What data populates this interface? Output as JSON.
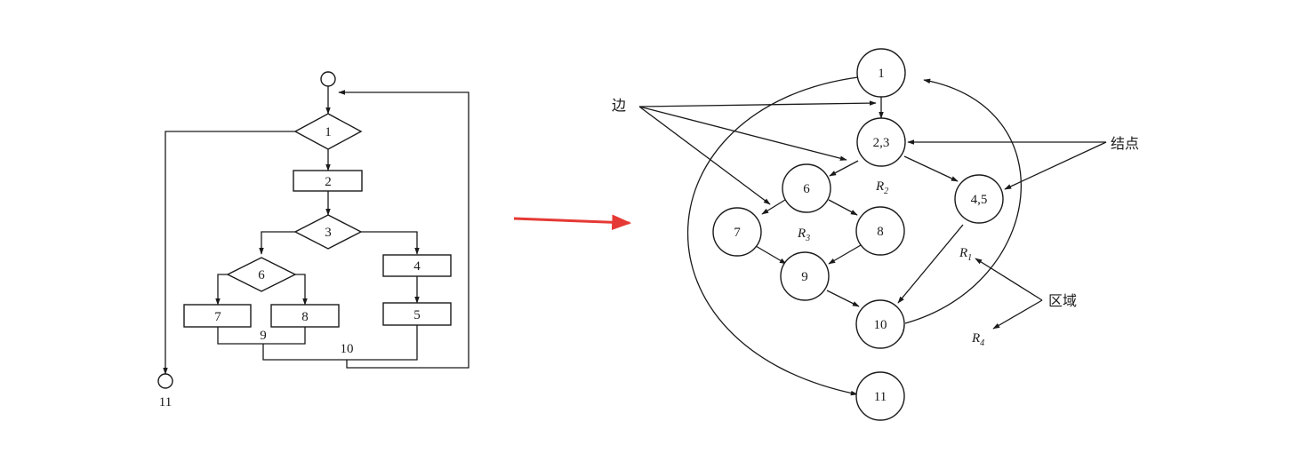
{
  "flowchart": {
    "nodes": [
      "1",
      "2",
      "3",
      "4",
      "5",
      "6",
      "7",
      "8"
    ],
    "merge_labels": [
      "9",
      "10"
    ],
    "end_label": "11"
  },
  "flowgraph": {
    "nodes": [
      "1",
      "2,3",
      "4,5",
      "6",
      "7",
      "8",
      "9",
      "10",
      "11"
    ],
    "regions": [
      {
        "letter": "R",
        "sub": "1"
      },
      {
        "letter": "R",
        "sub": "2"
      },
      {
        "letter": "R",
        "sub": "3"
      },
      {
        "letter": "R",
        "sub": "4"
      }
    ]
  },
  "annotations": {
    "edge": "边",
    "node": "结点",
    "region": "区域"
  },
  "colors": {
    "arrow": "#e53935",
    "ink": "#1a1a1a"
  }
}
